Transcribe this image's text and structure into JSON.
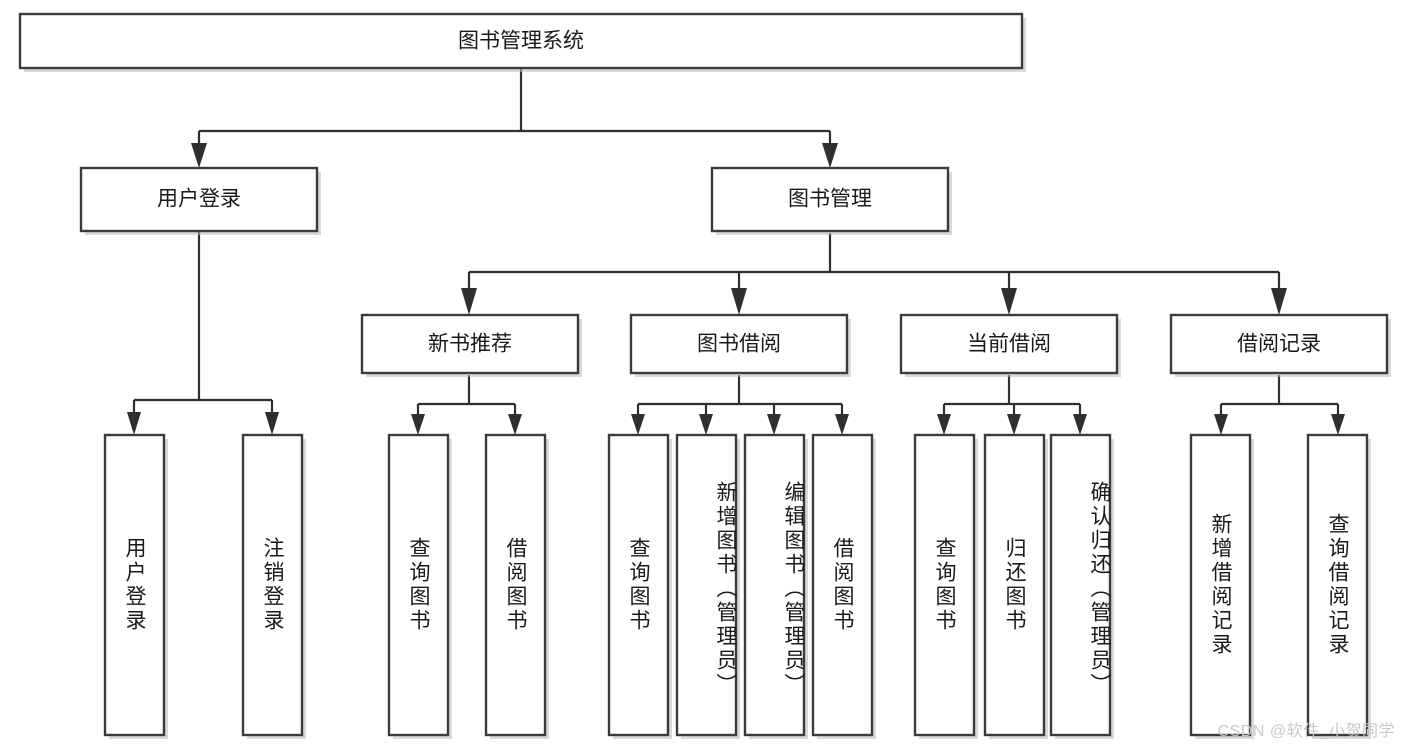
{
  "diagram": {
    "title": "图书管理系统",
    "type": "tree-hierarchy-diagram",
    "colors": {
      "background": "#ffffff",
      "box_stroke": "#3b3b3b",
      "connector": "#2f2f2f",
      "text": "#1a1a1a",
      "watermark": "#c9c9c9"
    },
    "root": {
      "label": "图书管理系统"
    },
    "level2": [
      {
        "label": "用户登录"
      },
      {
        "label": "图书管理"
      }
    ],
    "level3": [
      {
        "label": "新书推荐"
      },
      {
        "label": "图书借阅"
      },
      {
        "label": "当前借阅"
      },
      {
        "label": "借阅记录"
      }
    ],
    "leaves": {
      "user_login": [
        {
          "label": "用户登录"
        },
        {
          "label": "注销登录"
        }
      ],
      "new_book_recommend": [
        {
          "label": "查询图书"
        },
        {
          "label": "借阅图书"
        }
      ],
      "book_borrow": [
        {
          "label": "查询图书"
        },
        {
          "label": "新增图书（管理员）"
        },
        {
          "label": "编辑图书（管理员）"
        },
        {
          "label": "借阅图书"
        }
      ],
      "current_borrow": [
        {
          "label": "查询图书"
        },
        {
          "label": "归还图书"
        },
        {
          "label": "确认归还（管理员）"
        }
      ],
      "borrow_record": [
        {
          "label": "新增借阅记录"
        },
        {
          "label": "查询借阅记录"
        }
      ]
    }
  },
  "watermark": {
    "text": "CSDN @软件_小贺同学"
  }
}
